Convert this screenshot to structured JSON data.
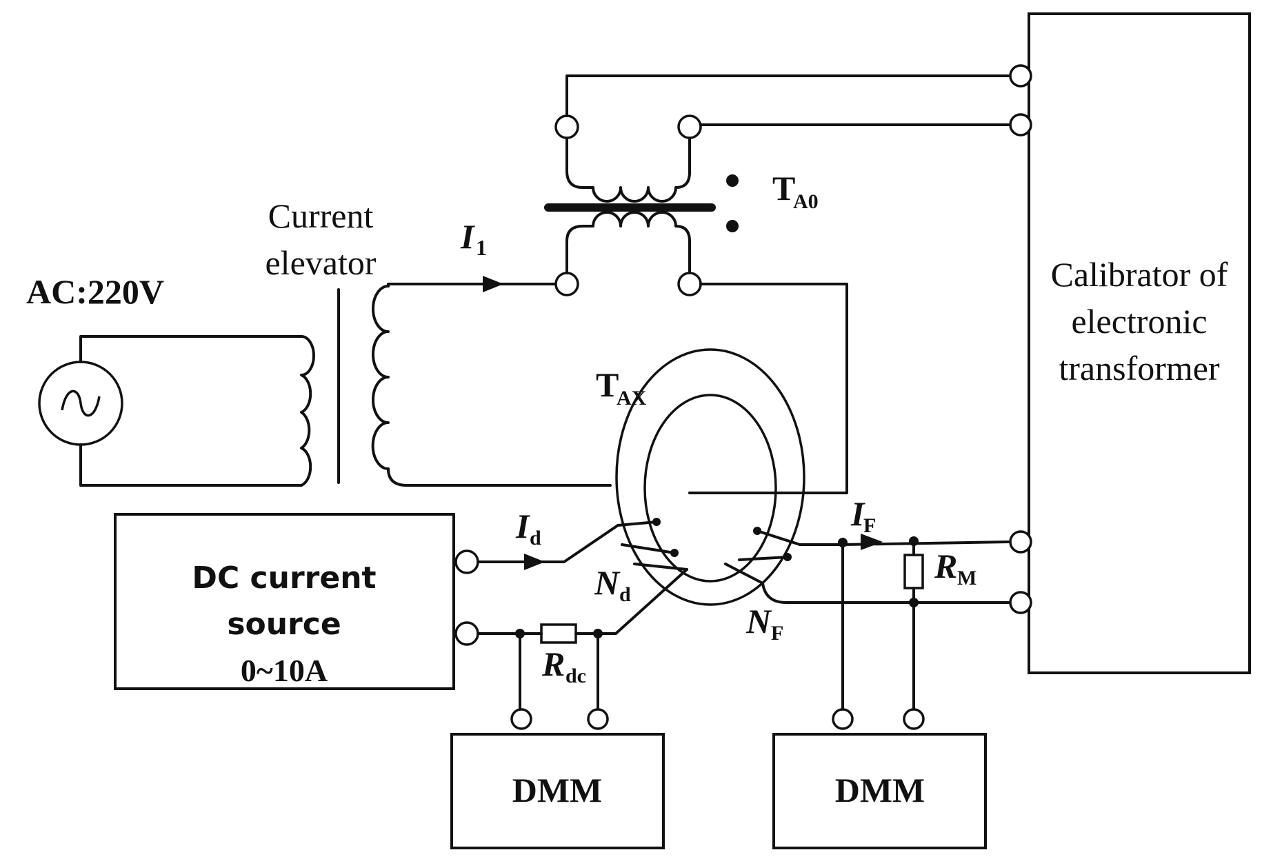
{
  "labels": {
    "ac_source": "AC:220V",
    "current_elevator_line1": "Current",
    "current_elevator_line2": "elevator",
    "i1_sym": "I",
    "i1_sub": "1",
    "ta0_sym": "T",
    "ta0_sub": "A0",
    "tax_sym": "T",
    "tax_sub": "AX",
    "id_sym": "I",
    "id_sub": "d",
    "nd_sym": "N",
    "nd_sub": "d",
    "nf_sym": "N",
    "nf_sub": "F",
    "if_sym": "I",
    "if_sub": "F",
    "rm_sym": "R",
    "rm_sub": "M",
    "rdc_sym": "R",
    "rdc_sub": "dc",
    "dc_source_line1": "DC current",
    "dc_source_line2": "source",
    "dc_source_line3": "0~10A",
    "dmm_left": "DMM",
    "dmm_right": "DMM",
    "calibrator_line1": "Calibrator of",
    "calibrator_line2": "electronic",
    "calibrator_line3": "transformer"
  }
}
